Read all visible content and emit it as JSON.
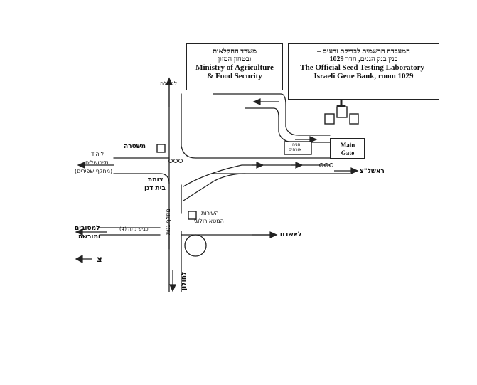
{
  "ministry": {
    "he_line1": "משרד החקלאות",
    "he_line2": "ובטחון המזון",
    "en_line1": "Ministry  of Agriculture",
    "en_line2": "& Food Security"
  },
  "lab": {
    "he_line1": "המעבדה הרשמית לבדיקת זרעים –",
    "he_line2": "בנין בנק הגנים, חדר 1029",
    "en_line1": "The  Official Seed Testing Laboratory-",
    "en_line2": "Israeli Gene Bank, room 1029"
  },
  "gate": {
    "line1": "Main",
    "line2": "Gate"
  },
  "labels": {
    "ramla": "לרמלה",
    "police": "משטרה",
    "lod": "ליהוד",
    "jerusalem": "ולירושלים",
    "shapirim": "(מחלף שפירים)",
    "junction1": "צומת",
    "junction2": "בית דגן",
    "parking1": "חניה",
    "parking2": "אורחים",
    "rishon": "ראשל\"צ",
    "meteo1": "השירות",
    "meteo2": "המטאורולוגי",
    "road4": "כביש נתה (4)",
    "mesubim1": "למסובים",
    "mesubim2": "ומורשה",
    "ashdod": "לאשדוד",
    "ganot": "מחלף גנות",
    "holon": "לחולון",
    "north": "צ"
  }
}
